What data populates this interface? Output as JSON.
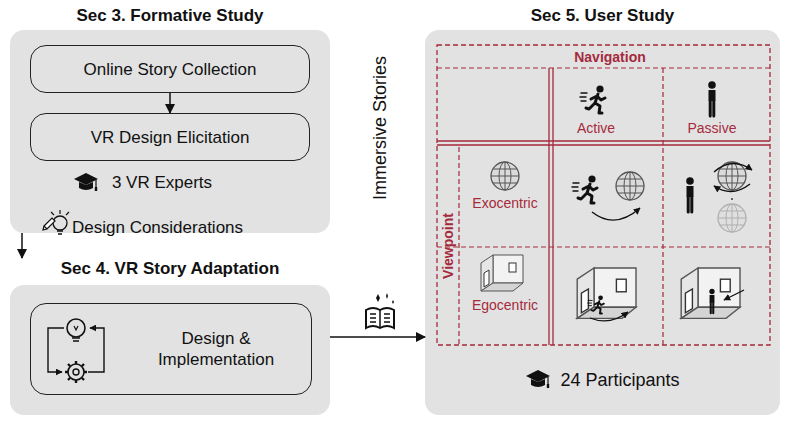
{
  "diagram": {
    "nodes": [
      {
        "text": [
          "Sec 3. Formative Study"
        ]
      },
      {
        "text": [
          "Online Story Collection"
        ],
        "in": 0
      },
      {
        "text": [
          "VR Design Elicitation"
        ],
        "in": 0
      },
      {
        "text": [
          "Sec 4. VR Story Adaptation"
        ]
      },
      {
        "text": [
          "Design & Implementation"
        ],
        "in": 3
      },
      {
        "text": [
          "Sec 5. User Study"
        ]
      }
    ],
    "edges": [
      {
        "from": 1,
        "to": 2,
        "arrow": "to"
      },
      {
        "from": 0,
        "to": 3,
        "label": "Design Considerations",
        "arrow": "to"
      },
      {
        "from": 3,
        "to": 5,
        "label": "Immersive Stories",
        "arrow": "to"
      }
    ],
    "labels": [
      "3 VR Experts",
      "Navigation",
      "Active",
      "Passive",
      "Viewpoint",
      "Exocentric",
      "Egocentric",
      "24 Participants"
    ]
  }
}
